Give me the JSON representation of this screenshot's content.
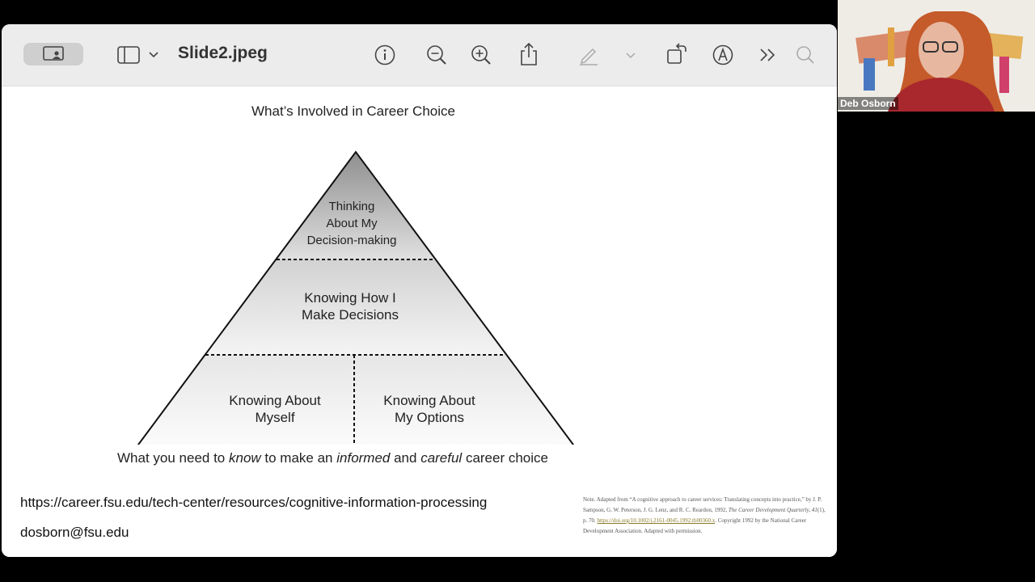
{
  "toolbar": {
    "title": "Slide2.jpeg"
  },
  "slide": {
    "title": "What’s Involved in Career Choice",
    "pyramid": {
      "top": [
        "Thinking",
        "About My",
        "Decision-making"
      ],
      "middle": [
        "Knowing How I",
        "Make Decisions"
      ],
      "bottom_left": [
        "Knowing About",
        "Myself"
      ],
      "bottom_right": [
        "Knowing About",
        "My Options"
      ]
    },
    "caption": {
      "part1": "What you need to ",
      "em1": "know",
      "part2": " to make an ",
      "em2": "informed",
      "part3": " and ",
      "em3": "careful",
      "part4": " career choice"
    },
    "url": "https://career.fsu.edu/tech-center/resources/cognitive-information-processing",
    "email": "dosborn@fsu.edu",
    "note": {
      "text1": "Note. Adapted from “A cognitive approach to career services: Translating concepts into practice,” by J. P. Sampson, G. W. Peterson, J. G. Lenz, and R. C. Reardon, 1992, ",
      "journal": "The Career Development Quarterly, 41",
      "text2": "(1), p. 70. ",
      "doi": "https://doi.org/10.1002/j.2161-0045.1992.tb00360.x",
      "text3": ". Copyright 1992 by the National Career Development Association. Adapted with permission."
    }
  },
  "video": {
    "participant_name": "Deb Osborn"
  },
  "colors": {
    "toolbar_bg": "#ececec",
    "window_bg": "#ffffff",
    "screen_bg": "#000000"
  }
}
